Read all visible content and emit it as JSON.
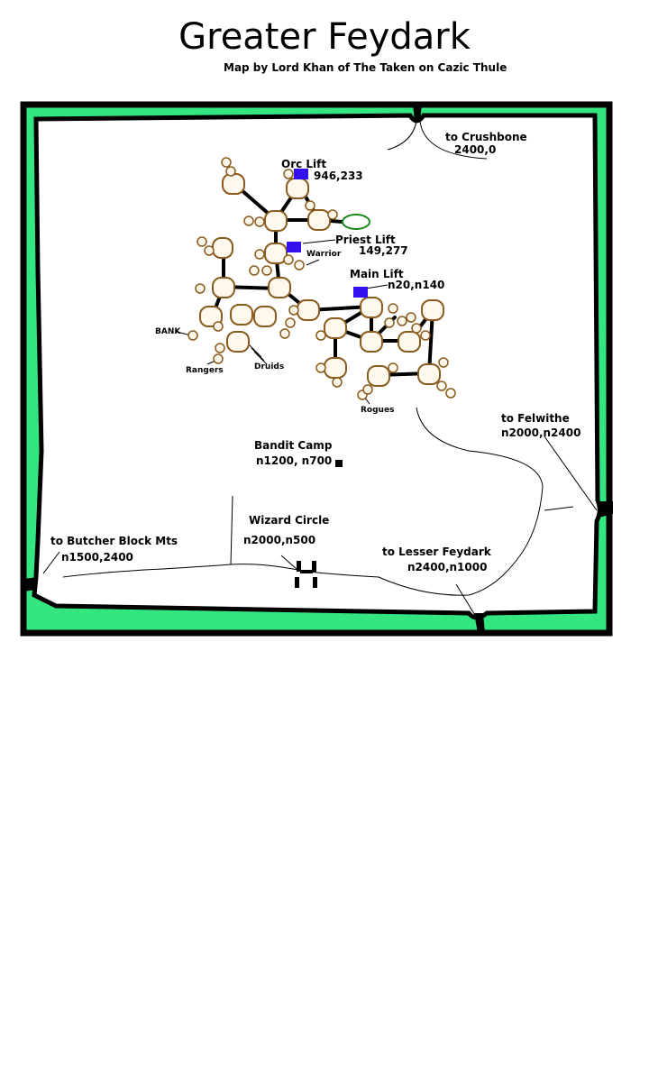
{
  "title": "Greater Feydark",
  "subtitle": "Map by Lord Khan of The Taken on Cazic Thule",
  "colors": {
    "border": "#000000",
    "grass": "#33e680",
    "tree": "#8a5a1e",
    "lift": "#3311ee",
    "pond": "#1a8a1a"
  },
  "labels": {
    "crushbone": "to Crushbone",
    "crushbone_loc": "2400,0",
    "orc_lift": "Orc Lift",
    "orc_lift_loc": "946,233",
    "priest_lift": "Priest Lift",
    "priest_lift_loc": "149,277",
    "warrior": "Warrior",
    "main_lift": "Main Lift",
    "main_lift_loc": "n20,n140",
    "bank": "BANK",
    "rangers": "Rangers",
    "druids": "Druids",
    "rogues": "Rogues",
    "felwithe": "to Felwithe",
    "felwithe_loc": "n2000,n2400",
    "bandit_camp": "Bandit Camp",
    "bandit_camp_loc": "n1200, n700",
    "wizard_circle": "Wizard Circle",
    "wizard_circle_loc": "n2000,n500",
    "butcher": "to Butcher Block Mts",
    "butcher_loc": "n1500,2400",
    "lesser": "to Lesser Feydark",
    "lesser_loc": "n2400,n1000"
  }
}
